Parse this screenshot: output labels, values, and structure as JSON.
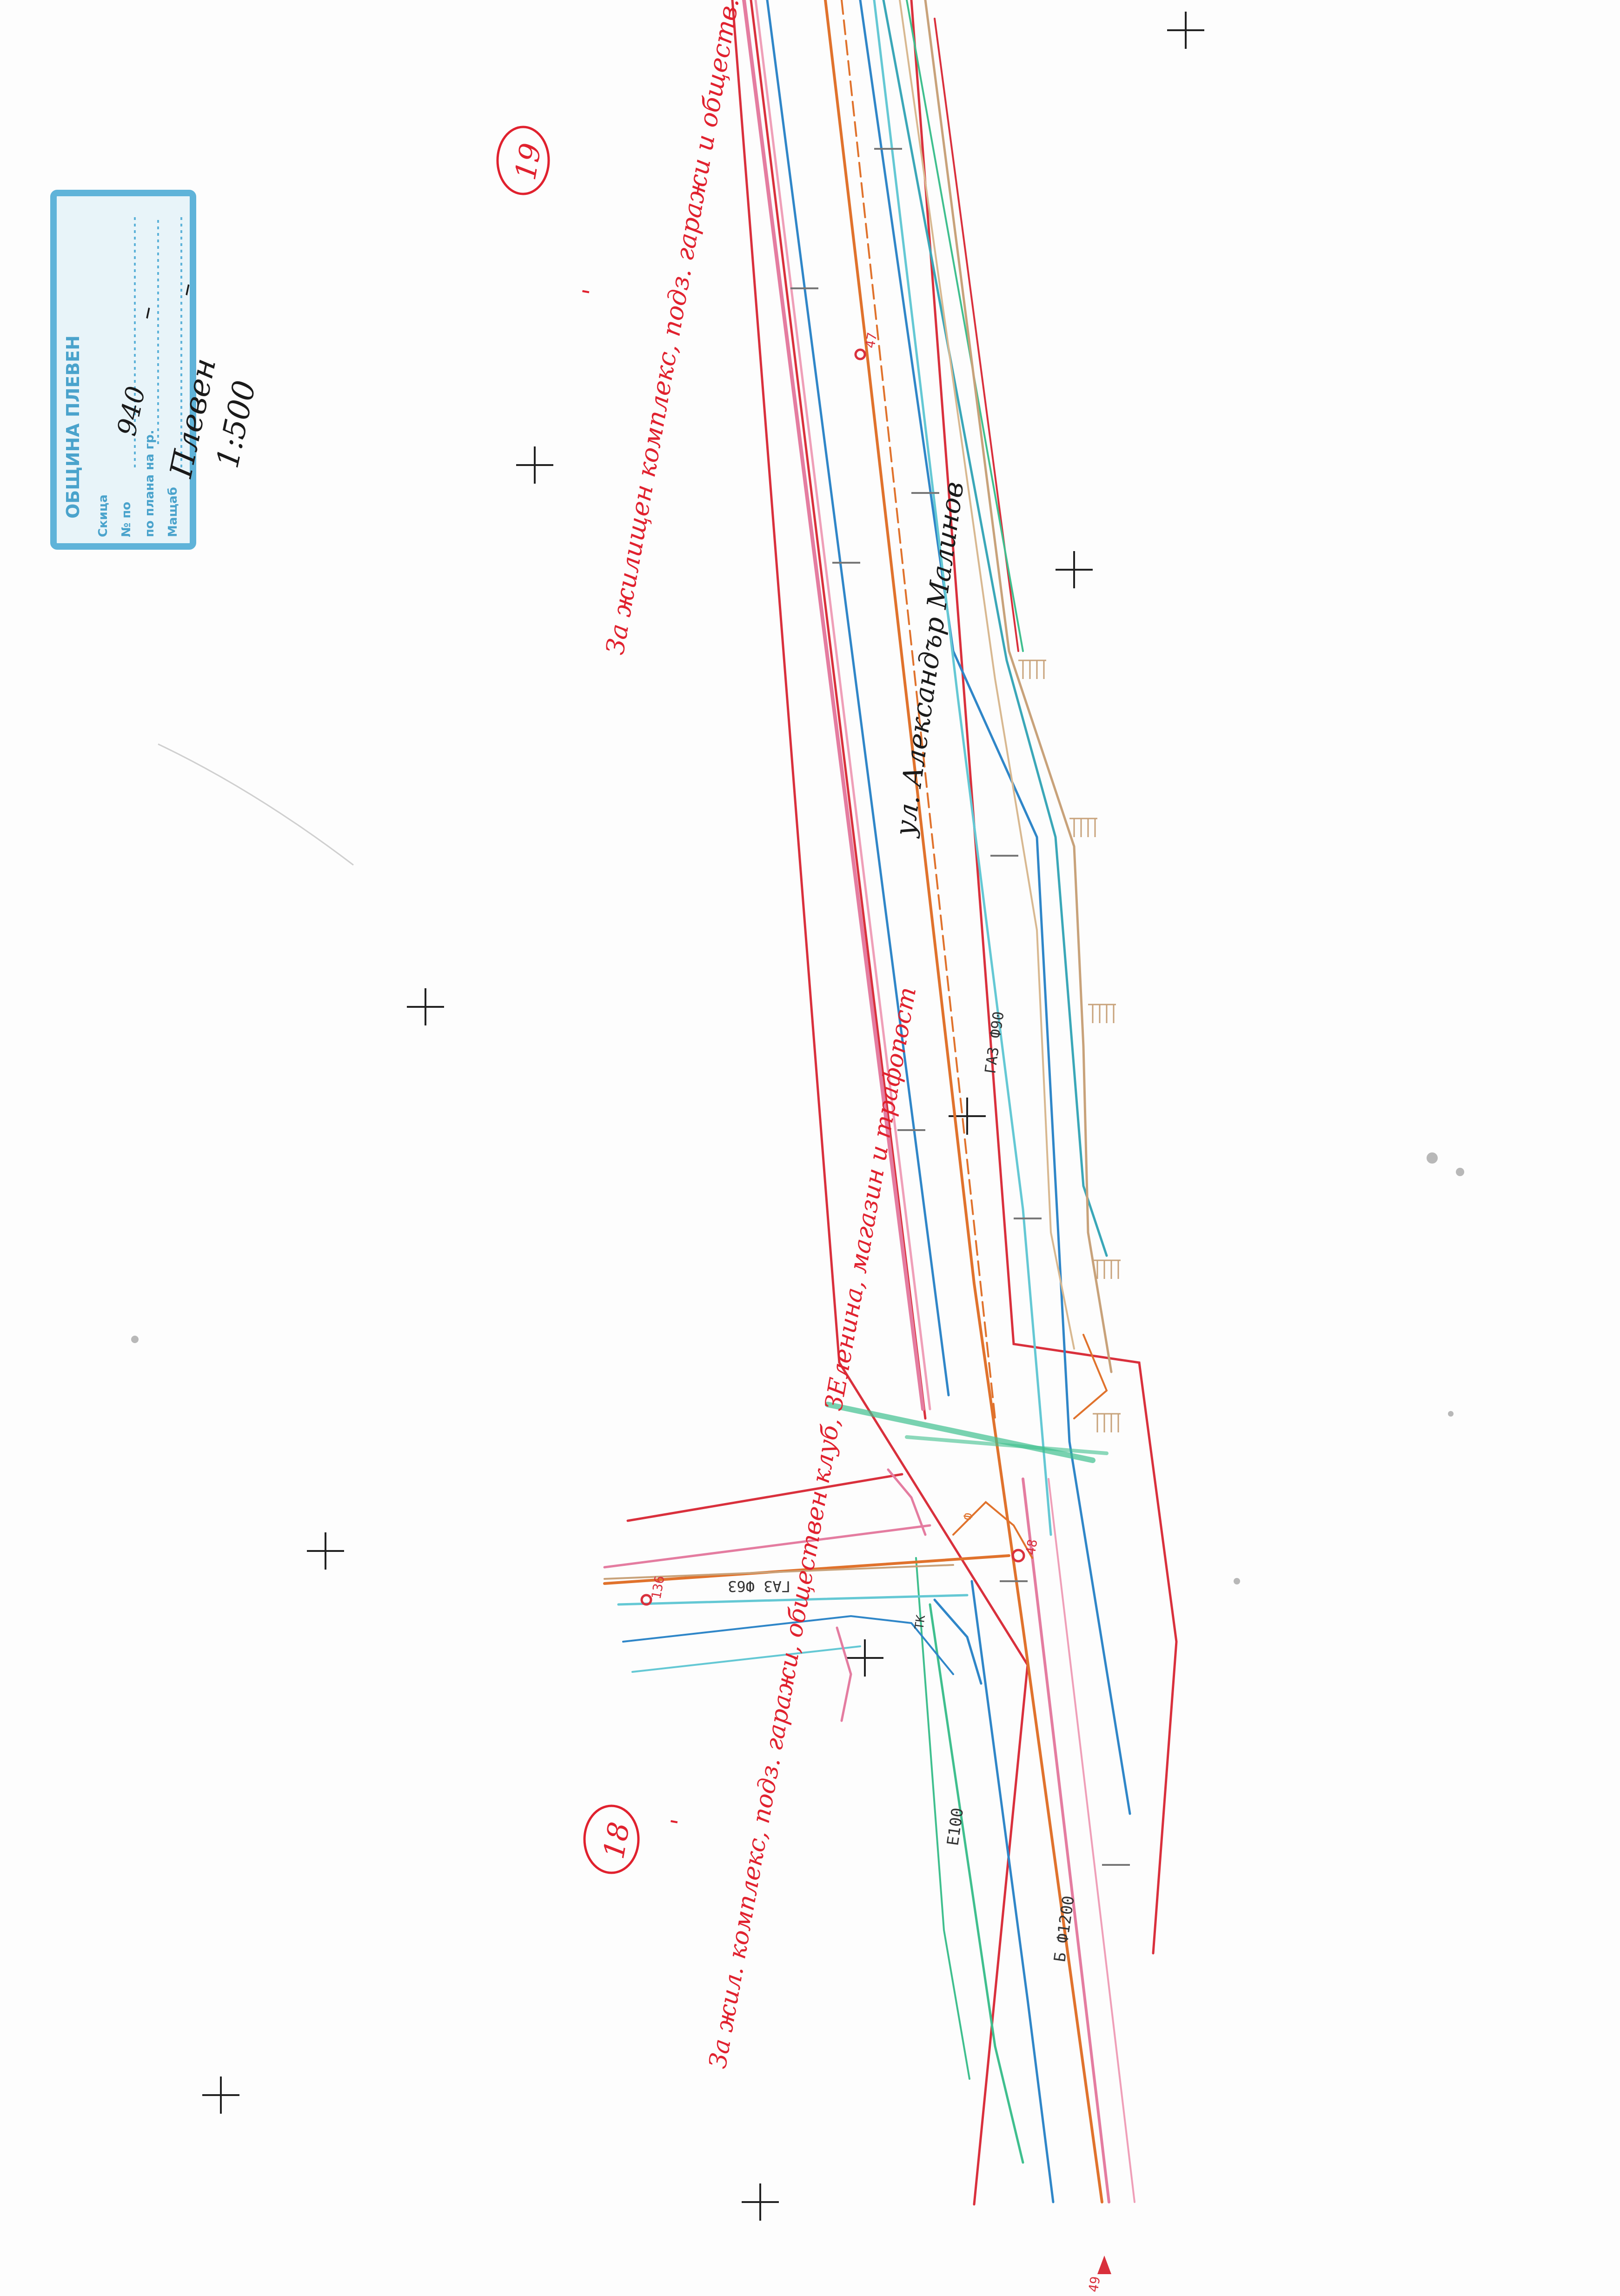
{
  "stamp": {
    "header": "ОБЩИНА ПЛЕВЕН",
    "fields": [
      {
        "label": "Скица",
        "value": ""
      },
      {
        "label": "№ по",
        "value": "940"
      },
      {
        "label": "по плана на гр.",
        "value": "Плевен"
      },
      {
        "label": "Мащаб",
        "value": "1:500"
      }
    ],
    "dash_1": "–",
    "dash_2": "–"
  },
  "street": {
    "name": "ул. Александър Малинов"
  },
  "zones": [
    {
      "number": "19",
      "description": "За жилищен комплекс, подз. гаражи и обществ. обслужване",
      "tick": "'"
    },
    {
      "number": "18",
      "description": "За жил. комплекс, подз. гаражи, обществен клуб, ЗЕленина, магазин и трафопост",
      "tick": "'"
    }
  ],
  "points": [
    {
      "id": "47"
    },
    {
      "id": "48"
    },
    {
      "id": "49"
    },
    {
      "id": "136"
    }
  ],
  "utilities": [
    {
      "label": "ГАЗ Ф90"
    },
    {
      "label": "ГАЗ Ф63"
    },
    {
      "label": "Б Ф1200"
    },
    {
      "label": "E100"
    },
    {
      "label": "ТК"
    },
    {
      "label": "Ф"
    }
  ],
  "colors": {
    "regulation_red": "#d9303c",
    "street_pink": "#e47ca0",
    "water_blue": "#2f86c8",
    "light_cyan": "#64c8d4",
    "green_line": "#3fbf8e",
    "gas_orange": "#e0722c",
    "tan_line": "#c8a27a",
    "stamp_blue": "#5fb3d9",
    "ink_red": "#e0212e"
  }
}
